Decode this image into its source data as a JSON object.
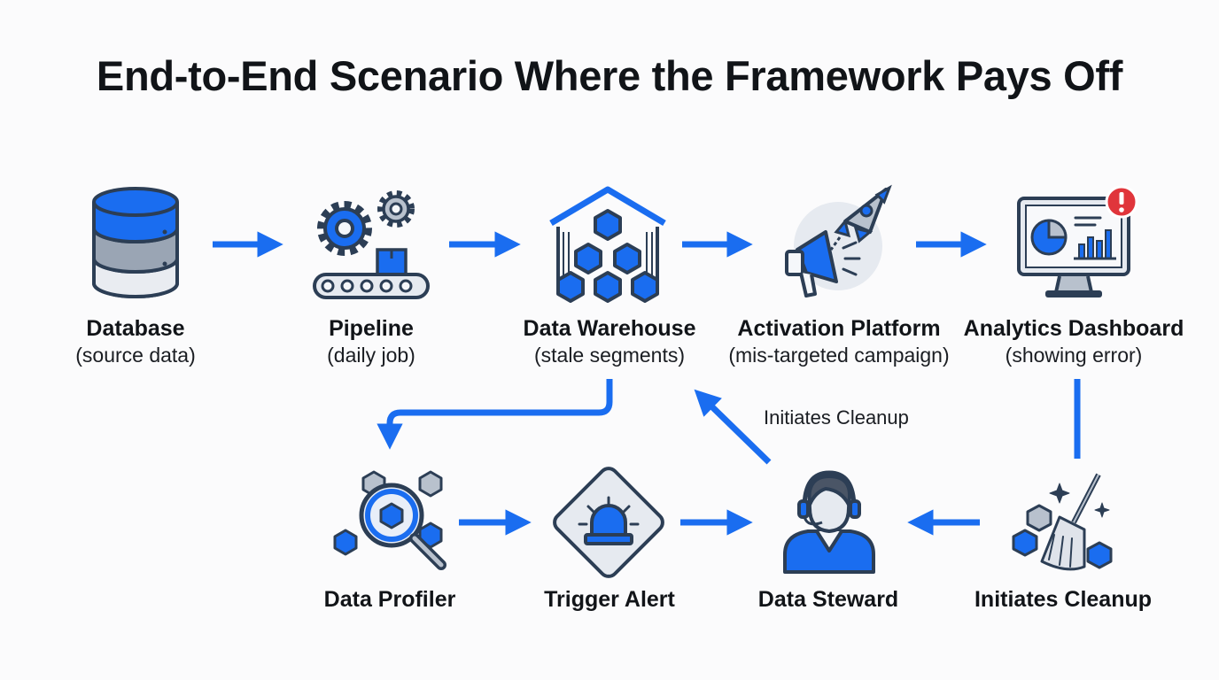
{
  "title": "End-to-End Scenario Where the Framework Pays Off",
  "colors": {
    "accent": "#1a6df0",
    "icon_dark": "#2c3e55",
    "icon_light": "#e6eaf0",
    "alert": "#e0353b"
  },
  "nodes": {
    "database": {
      "name": "Database",
      "sub": "(source data)",
      "icon": "database-icon"
    },
    "pipeline": {
      "name": "Pipeline",
      "sub": "(daily job)",
      "icon": "gears-conveyor-icon"
    },
    "warehouse": {
      "name": "Data Warehouse",
      "sub": "(stale segments)",
      "icon": "warehouse-icon"
    },
    "activation": {
      "name": "Activation Platform",
      "sub": "(mis-targeted campaign)",
      "icon": "rocket-megaphone-icon"
    },
    "dashboard": {
      "name": "Analytics Dashboard",
      "sub": "(showing error)",
      "icon": "monitor-chart-icon"
    },
    "profiler": {
      "name": "Data Profiler",
      "icon": "magnifier-cubes-icon"
    },
    "alert": {
      "name": "Trigger Alert",
      "icon": "siren-icon"
    },
    "steward": {
      "name": "Data Steward",
      "icon": "headset-person-icon"
    },
    "cleanup": {
      "name": "Initiates Cleanup",
      "icon": "broom-cubes-icon"
    }
  },
  "edge_label": "Initiates Cleanup"
}
